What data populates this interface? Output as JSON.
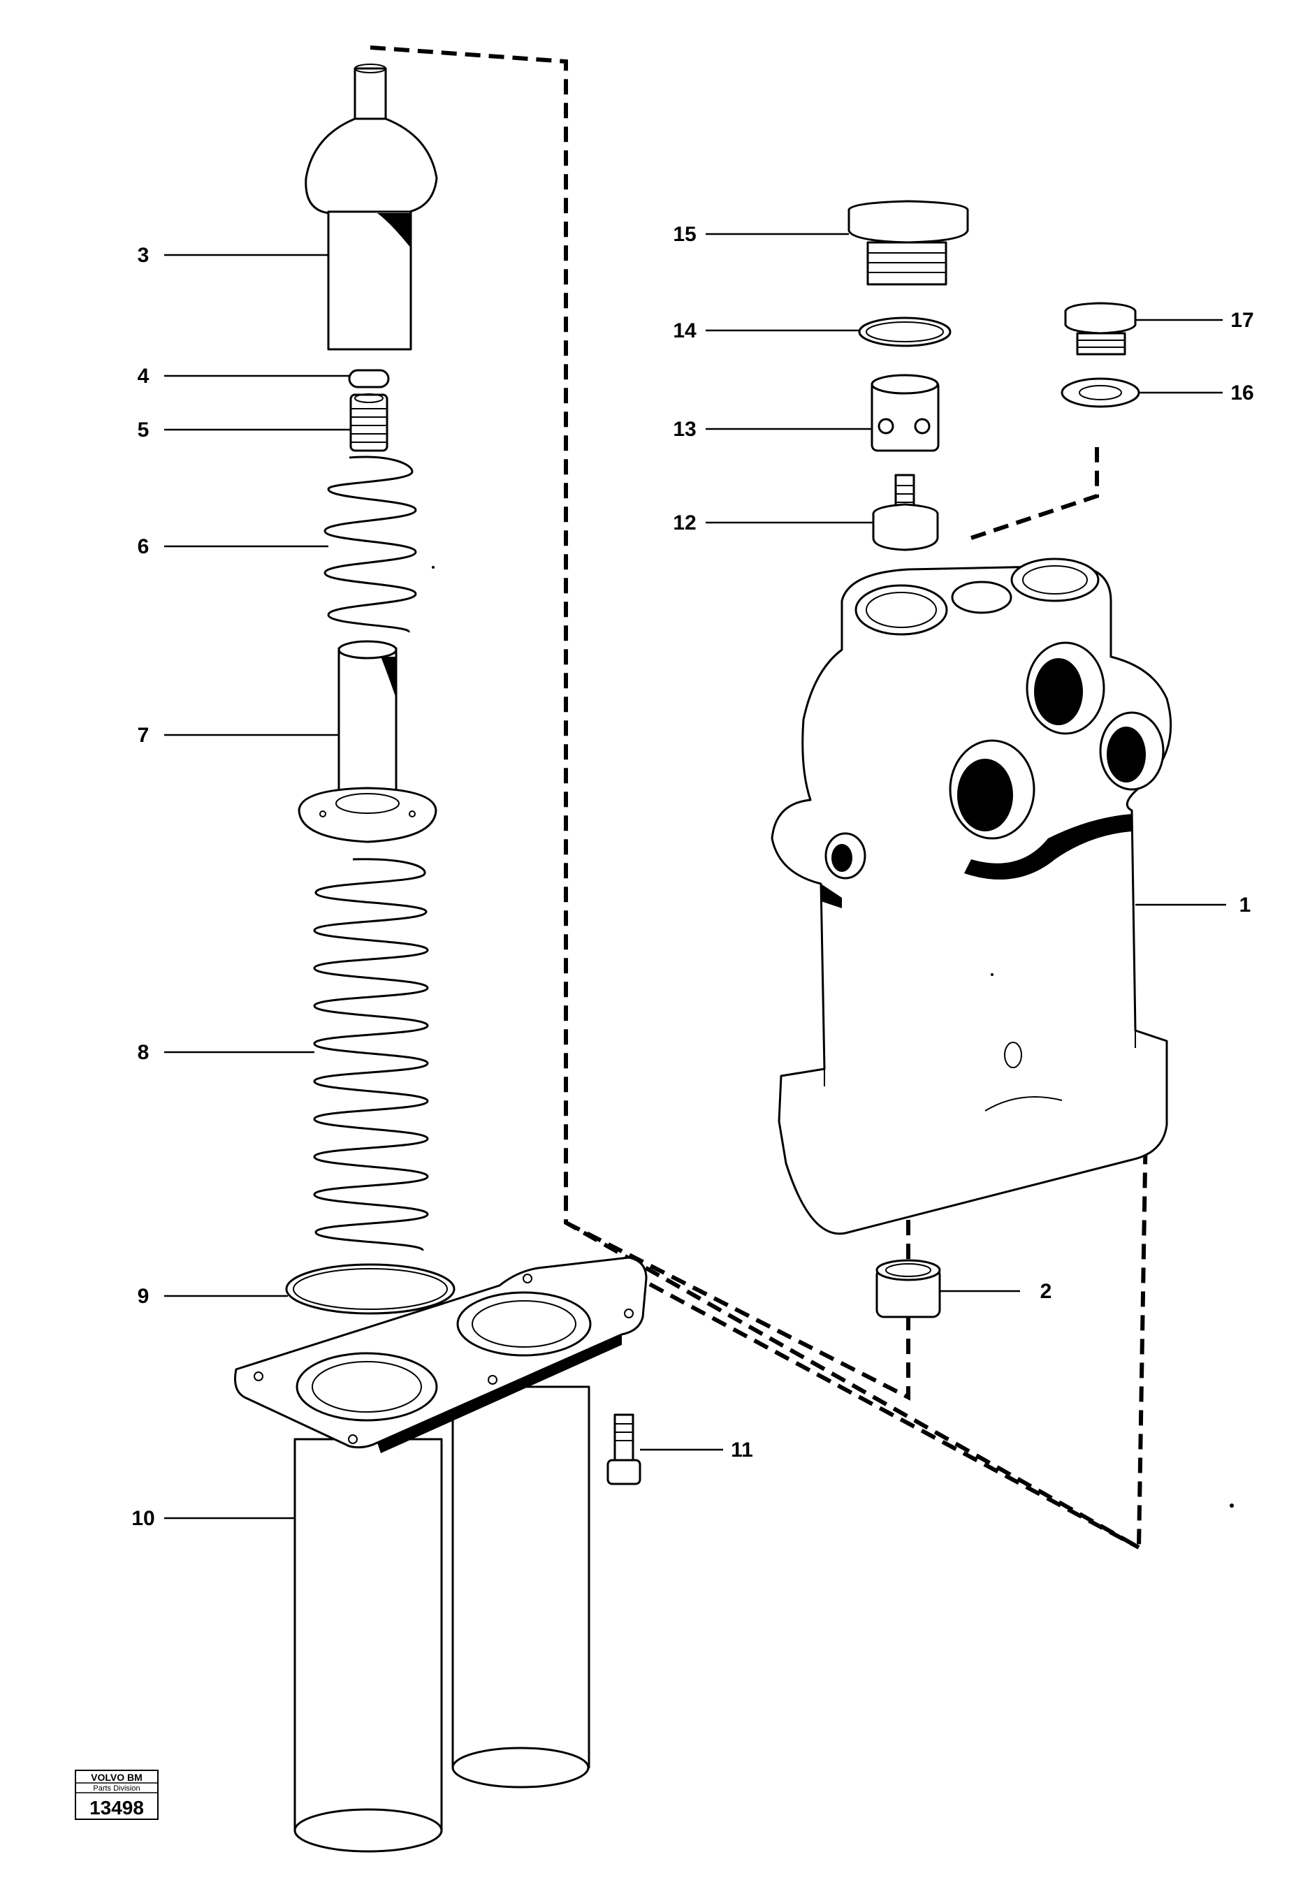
{
  "callouts": [
    {
      "id": "1",
      "label": "1"
    },
    {
      "id": "2",
      "label": "2"
    },
    {
      "id": "3",
      "label": "3"
    },
    {
      "id": "4",
      "label": "4"
    },
    {
      "id": "5",
      "label": "5"
    },
    {
      "id": "6",
      "label": "6"
    },
    {
      "id": "7",
      "label": "7"
    },
    {
      "id": "8",
      "label": "8"
    },
    {
      "id": "9",
      "label": "9"
    },
    {
      "id": "10",
      "label": "10"
    },
    {
      "id": "11",
      "label": "11"
    },
    {
      "id": "12",
      "label": "12"
    },
    {
      "id": "13",
      "label": "13"
    },
    {
      "id": "14",
      "label": "14"
    },
    {
      "id": "15",
      "label": "15"
    },
    {
      "id": "16",
      "label": "16"
    },
    {
      "id": "17",
      "label": "17"
    }
  ],
  "badge": {
    "brand": "VOLVO BM",
    "division": "Parts Division",
    "number": "13498"
  }
}
